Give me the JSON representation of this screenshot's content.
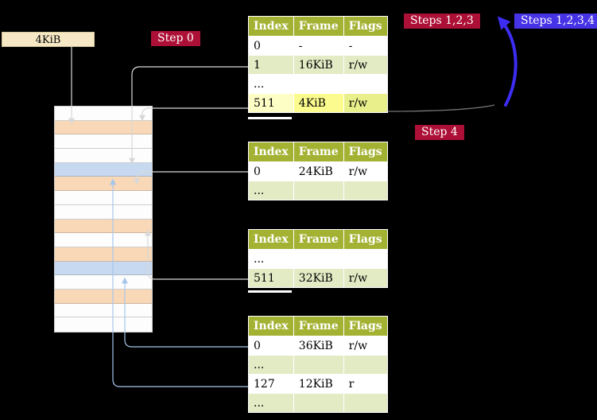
{
  "labels": {
    "mem_box": "4KiB",
    "step0": "Step 0",
    "steps123": "Steps 1,2,3",
    "steps1234": "Steps 1,2,3,4",
    "step4": "Step 4"
  },
  "colors": {
    "crimson": "#ad1036",
    "step_blue": "#4733e6",
    "table_header": "#a4b233",
    "row_green": "#e3ebc5",
    "row_white": "#ffffff",
    "hl_index": "#fdfdc6",
    "hl_frame": "#fcfc8e",
    "hl_flags": "#e9ef8a",
    "mem_white": "#fdfdfd",
    "mem_peach": "#f8d8b6",
    "mem_blue": "#c6d9f0",
    "box_tan": "#f6e8c4",
    "arrow_gray": "#d8d8d8",
    "arrow_lightblue": "#a8c6ec",
    "arrow_blue": "#3d2df2"
  },
  "memory": {
    "rows": [
      "white",
      "peach",
      "white",
      "white",
      "blue",
      "peach",
      "white",
      "white",
      "peach",
      "white",
      "peach",
      "blue",
      "white",
      "peach",
      "white",
      "white"
    ]
  },
  "tables": [
    {
      "name": "page-table-1",
      "headers": [
        "Index",
        "Frame",
        "Flags"
      ],
      "rows": [
        {
          "cells": [
            "0",
            "-",
            "-"
          ],
          "bg": "white"
        },
        {
          "cells": [
            "1",
            "16KiB",
            "r/w"
          ],
          "bg": "green"
        },
        {
          "cells": [
            "...",
            "",
            ""
          ],
          "bg": "white"
        },
        {
          "cells": [
            "511",
            "4KiB",
            "r/w"
          ],
          "bg": "white",
          "cell_bg": [
            "hl_index",
            "hl_frame",
            "hl_flags"
          ]
        }
      ]
    },
    {
      "name": "page-table-2",
      "headers": [
        "Index",
        "Frame",
        "Flags"
      ],
      "rows": [
        {
          "cells": [
            "0",
            "24KiB",
            "r/w"
          ],
          "bg": "white"
        },
        {
          "cells": [
            "...",
            "",
            ""
          ],
          "bg": "green"
        }
      ]
    },
    {
      "name": "page-table-3",
      "headers": [
        "Index",
        "Frame",
        "Flags"
      ],
      "rows": [
        {
          "cells": [
            "...",
            "",
            ""
          ],
          "bg": "white"
        },
        {
          "cells": [
            "511",
            "32KiB",
            "r/w"
          ],
          "bg": "green"
        }
      ]
    },
    {
      "name": "page-table-4",
      "headers": [
        "Index",
        "Frame",
        "Flags"
      ],
      "rows": [
        {
          "cells": [
            "0",
            "36KiB",
            "r/w"
          ],
          "bg": "white"
        },
        {
          "cells": [
            "...",
            "",
            ""
          ],
          "bg": "green"
        },
        {
          "cells": [
            "127",
            "12KiB",
            "r"
          ],
          "bg": "white"
        },
        {
          "cells": [
            "...",
            "",
            ""
          ],
          "bg": "green"
        }
      ]
    }
  ]
}
